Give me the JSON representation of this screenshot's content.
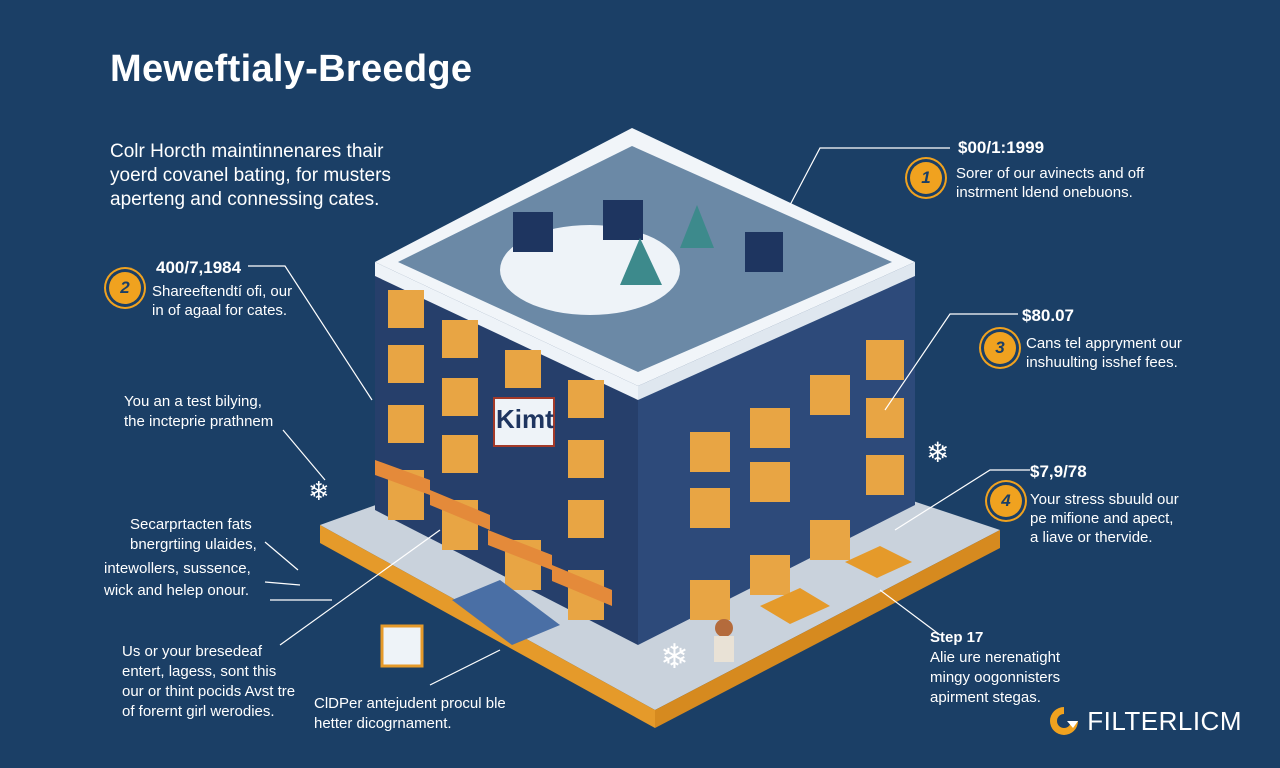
{
  "title": "Meweftiаly-Breedge",
  "intro": [
    "Colr Horcth maintinnenares thair",
    "yoerd covanel bating, for musters",
    "aperteng and connessing cates."
  ],
  "steps": [
    {
      "number": "1",
      "amount": "$00/1:1999",
      "lines": [
        "Sorer of our avinects and off",
        "instrment ldend onebuons."
      ]
    },
    {
      "number": "2",
      "amount": "400/7,1984",
      "lines": [
        "Shareeftendtí ofi, our",
        "in of agaal for cates."
      ]
    },
    {
      "number": "3",
      "amount": "$80.07",
      "lines": [
        "Cans tel appryment our",
        "inshuulting isshef fees."
      ]
    },
    {
      "number": "4",
      "amount": "$7,9/78",
      "lines": [
        "Your stress sbuuld our",
        "pe mifione and apect,",
        "a liave or thervide."
      ]
    }
  ],
  "left_notes": [
    {
      "lines": [
        "You an a test bilying,",
        "the incteprie prathnem"
      ]
    },
    {
      "lines": [
        "Secarprtacten fats",
        "bnergrtiing ulaides,",
        "intewollers, sussence,",
        "wick and helep onour."
      ]
    },
    {
      "lines": [
        "Us or your bresedeaf",
        "entert, lagess, sont this",
        "our or thint pocids Avst tre",
        "of forernt girl werodies."
      ]
    }
  ],
  "bottom_note": [
    "ClDPer antejudent procul ble",
    "hetter dicogrnament."
  ],
  "step17": {
    "heading": "Step 17",
    "lines": [
      "Alie ure nerenatight",
      "mingy oogonnisters",
      "apirment stegas."
    ]
  },
  "building_sign": "Kimt",
  "logo_text": "FILTERLICM",
  "colors": {
    "background": "#1b3f66",
    "accent": "#f0a21f",
    "building": "#253f6d",
    "snow": "#eef3f8"
  }
}
